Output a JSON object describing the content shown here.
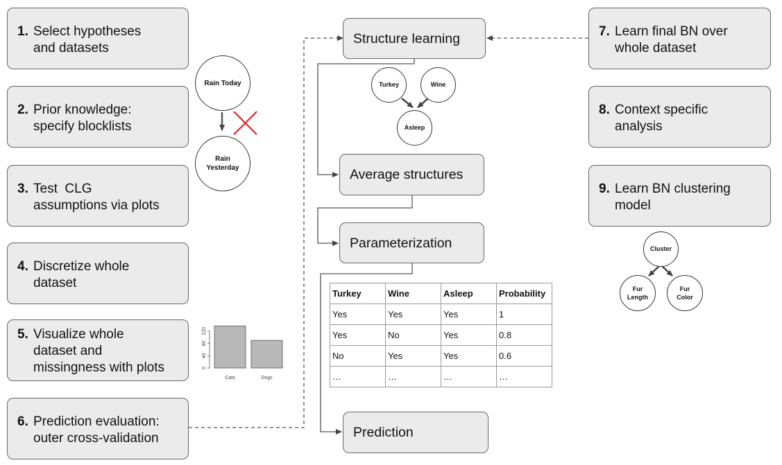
{
  "steps_left": [
    {
      "num": "1.",
      "line1": "Select hypotheses",
      "line2": "and datasets"
    },
    {
      "num": "2.",
      "line1": "Prior knowledge:",
      "line2": "specify blocklists"
    },
    {
      "num": "3.",
      "line1": "Test  CLG",
      "line2": "assumptions via plots"
    },
    {
      "num": "4.",
      "line1": "Discretize whole",
      "line2": "dataset"
    },
    {
      "num": "5.",
      "line1": "Visualize whole",
      "line2": "dataset and",
      "line3": "missingness with plots"
    },
    {
      "num": "6.",
      "line1": "Prediction evaluation:",
      "line2": "outer cross-validation"
    }
  ],
  "steps_right": [
    {
      "num": "7.",
      "line1": "Learn final BN over",
      "line2": "whole dataset"
    },
    {
      "num": "8.",
      "line1": "Context specific",
      "line2": "analysis"
    },
    {
      "num": "9.",
      "line1": "Learn BN clustering",
      "line2": "model"
    }
  ],
  "flow": {
    "structure_learning": "Structure learning",
    "average_structures": "Average structures",
    "parameterization": "Parameterization",
    "prediction": "Prediction"
  },
  "blocklist_graph": {
    "top_node": "Rain Today",
    "bottom_node_line1": "Rain",
    "bottom_node_line2": "Yesterday",
    "blocked_marker_color": "#e8202a"
  },
  "structure_graph": {
    "nodes": [
      "Turkey",
      "Wine",
      "Asleep"
    ]
  },
  "cluster_graph": {
    "root": "Cluster",
    "child1_line1": "Fur",
    "child1_line2": "Length",
    "child2_line1": "Fur",
    "child2_line2": "Color"
  },
  "cpt_table": {
    "headers": [
      "Turkey",
      "Wine",
      "Asleep",
      "Probability"
    ],
    "rows": [
      [
        "Yes",
        "Yes",
        "Yes",
        "1"
      ],
      [
        "Yes",
        "No",
        "Yes",
        "0.8"
      ],
      [
        "No",
        "Yes",
        "Yes",
        "0.6"
      ],
      [
        "…",
        "…",
        "…",
        "…"
      ]
    ]
  },
  "chart_data": {
    "type": "bar",
    "categories": [
      "Cats",
      "Dogs"
    ],
    "values": [
      137,
      90
    ],
    "yticks": [
      "0",
      "40",
      "80",
      "120"
    ],
    "ylim": [
      0,
      140
    ],
    "bar_color": "#b8b8b8"
  }
}
